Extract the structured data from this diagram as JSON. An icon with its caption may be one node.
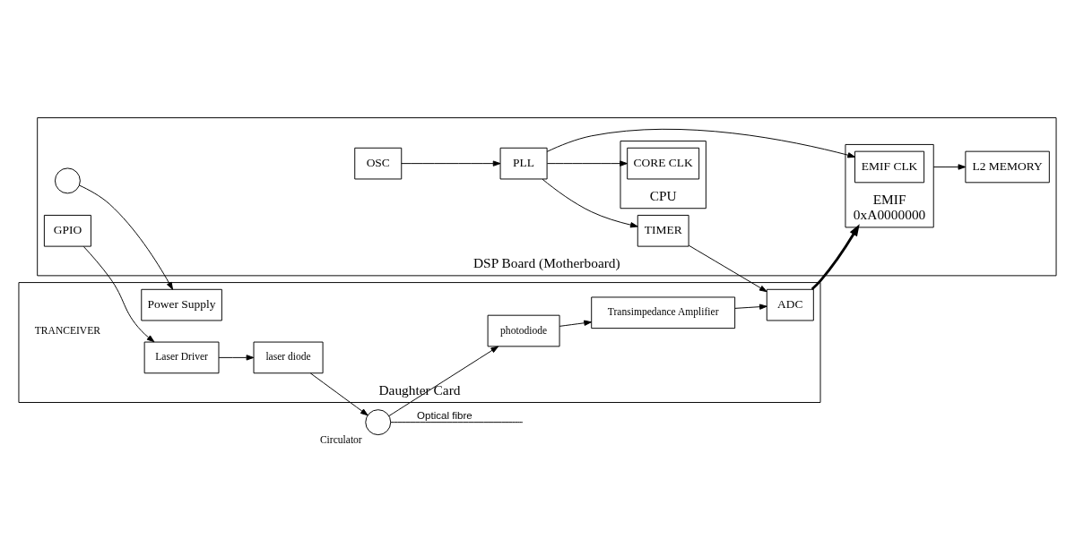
{
  "diagram": {
    "nodes": [
      {
        "text": [
          "DSP Board (Motherboard)"
        ]
      },
      {
        "text": [
          "OSC"
        ],
        "in": 0
      },
      {
        "text": [
          "PLL"
        ],
        "in": 0
      },
      {
        "text": [
          "TIMER"
        ],
        "in": 0
      },
      {
        "text": [
          "CPU"
        ],
        "in": 0
      },
      {
        "text": [
          "CORE CLK"
        ],
        "in": 4
      },
      {
        "text": [
          "EMIF",
          "0xA0000000"
        ],
        "in": 0
      },
      {
        "text": [
          "EMIF CLK"
        ],
        "in": 6
      },
      {
        "text": [
          "L2 MEMORY"
        ],
        "in": 0
      },
      {
        "text": [
          "GPIO"
        ],
        "in": 0
      },
      {
        "text": [],
        "shape": "circle",
        "in": 0
      },
      {
        "text": [
          "Daughter Card"
        ]
      },
      {
        "text": [
          "ADC"
        ],
        "in": 11
      },
      {
        "text": [
          "Transimpedance Amplifier"
        ],
        "in": 11
      },
      {
        "text": [
          "photodiode"
        ],
        "in": 11
      },
      {
        "text": [
          "Laser Driver"
        ],
        "in": 11
      },
      {
        "text": [
          "laser diode"
        ],
        "in": 11
      },
      {
        "text": [
          "Power Supply"
        ],
        "in": 11
      },
      {
        "text": [],
        "shape": "circle",
        "beside": [
          "Circulator"
        ]
      }
    ],
    "edges": [
      {
        "from": 1,
        "to": 2,
        "arrow": "to"
      },
      {
        "from": 2,
        "to": 3,
        "arrow": "to"
      },
      {
        "from": 2,
        "to": 5,
        "arrow": "to"
      },
      {
        "from": 2,
        "to": 7,
        "arrow": "to"
      },
      {
        "from": 3,
        "to": 12,
        "arrow": "to"
      },
      {
        "from": 12,
        "to": 6,
        "arrow": "to",
        "style": "thick"
      },
      {
        "from": 6,
        "to": 8,
        "arrow": "to"
      },
      {
        "from": 13,
        "to": 12,
        "arrow": "to"
      },
      {
        "from": 14,
        "to": 13,
        "arrow": "to"
      },
      {
        "from": 18,
        "to": 14,
        "arrow": "to"
      },
      {
        "from": 15,
        "to": 16,
        "arrow": "to"
      },
      {
        "from": 16,
        "to": 18,
        "arrow": "to"
      },
      {
        "from": 9,
        "to": 15,
        "arrow": "to"
      },
      {
        "from": 10,
        "to": 17,
        "arrow": "to"
      },
      {
        "from": 18,
        "to": null,
        "arrow": "none",
        "label": "Optical fibre"
      }
    ],
    "labels": [
      "TRANCEIVER"
    ]
  }
}
